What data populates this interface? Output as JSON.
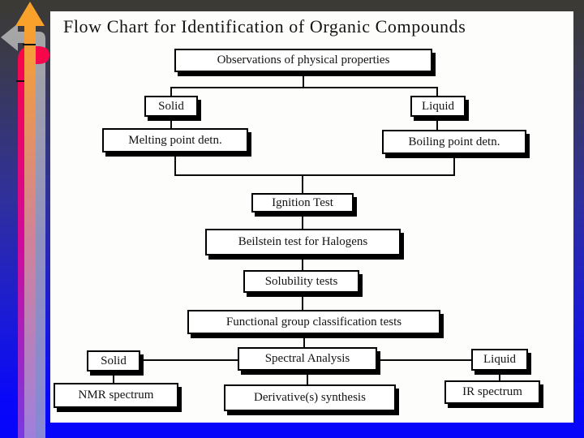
{
  "slide": {
    "title": "Flow Chart for Identification of Organic Compounds"
  },
  "nodes": {
    "observations": {
      "label": "Observations of physical properties"
    },
    "solid_top": {
      "label": "Solid"
    },
    "liquid_top": {
      "label": "Liquid"
    },
    "melting": {
      "label": "Melting point detn."
    },
    "boiling": {
      "label": "Boiling point detn."
    },
    "ignition": {
      "label": "Ignition Test"
    },
    "beilstein": {
      "label": "Beilstein test for Halogens"
    },
    "solubility": {
      "label": "Solubility tests"
    },
    "functional": {
      "label": "Functional group classification tests"
    },
    "spectral": {
      "label": "Spectral Analysis"
    },
    "solid_bottom": {
      "label": "Solid"
    },
    "liquid_bottom": {
      "label": "Liquid"
    },
    "nmr": {
      "label": "NMR spectrum"
    },
    "derivative": {
      "label": "Derivative(s) synthesis"
    },
    "ir": {
      "label": "IR spectrum"
    }
  },
  "diagram": {
    "type": "flowchart",
    "edges": [
      {
        "from": "observations",
        "to": "solid_top"
      },
      {
        "from": "observations",
        "to": "liquid_top"
      },
      {
        "from": "solid_top",
        "to": "melting"
      },
      {
        "from": "liquid_top",
        "to": "boiling"
      },
      {
        "from": "melting",
        "to": "ignition"
      },
      {
        "from": "boiling",
        "to": "ignition"
      },
      {
        "from": "ignition",
        "to": "beilstein"
      },
      {
        "from": "beilstein",
        "to": "solubility"
      },
      {
        "from": "solubility",
        "to": "functional"
      },
      {
        "from": "functional",
        "to": "spectral"
      },
      {
        "from": "spectral",
        "to": "solid_bottom"
      },
      {
        "from": "spectral",
        "to": "liquid_bottom"
      },
      {
        "from": "solid_bottom",
        "to": "nmr"
      },
      {
        "from": "spectral",
        "to": "derivative"
      },
      {
        "from": "liquid_bottom",
        "to": "ir"
      }
    ]
  },
  "colors": {
    "background_top": "#3b3a33",
    "background_bottom": "#0606fa",
    "slide_background": "#fdfdfb",
    "node_border": "#000000",
    "node_shadow": "#000000",
    "arrow_orange": "#f9a12b",
    "arrow_red": "#f8064a",
    "arrow_gray": "#a6a6a6"
  }
}
